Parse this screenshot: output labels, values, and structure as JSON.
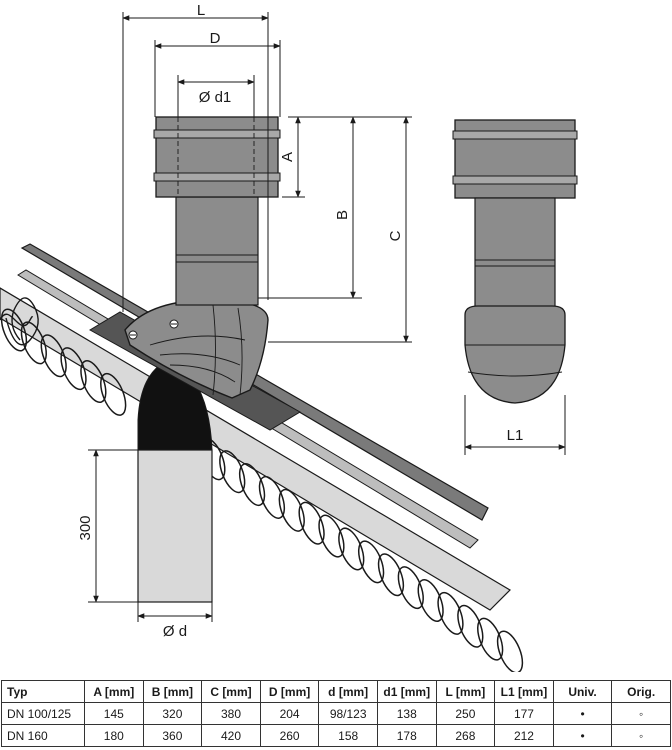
{
  "dimensions": {
    "L": "L",
    "D": "D",
    "d1": "Ø d1",
    "A": "A",
    "B": "B",
    "C": "C",
    "L1": "L1",
    "height_300": "300",
    "d": "Ø d"
  },
  "table": {
    "headers": [
      "Typ",
      "A [mm]",
      "B [mm]",
      "C [mm]",
      "D [mm]",
      "d [mm]",
      "d1 [mm]",
      "L [mm]",
      "L1 [mm]",
      "Univ.",
      "Orig."
    ],
    "rows": [
      [
        "DN 100/125",
        "145",
        "320",
        "380",
        "204",
        "98/123",
        "138",
        "250",
        "177",
        "•",
        "◦"
      ],
      [
        "DN 160",
        "180",
        "360",
        "420",
        "260",
        "158",
        "178",
        "268",
        "212",
        "•",
        "◦"
      ]
    ]
  },
  "colors": {
    "steel": "#8c8c8c",
    "steel_light": "#a8a8a8",
    "roof_grey": "#d9d9d9",
    "tile_dark": "#6f6f6f",
    "flexible_pipe": "#111111",
    "line": "#1a1a1a"
  }
}
